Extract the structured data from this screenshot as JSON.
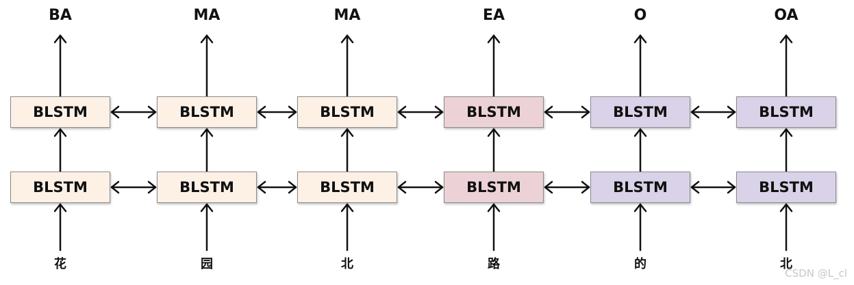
{
  "tags": [
    "BA",
    "MA",
    "MA",
    "EA",
    "O",
    "OA"
  ],
  "characters": [
    "花",
    "园",
    "北",
    "路",
    "的",
    "北"
  ],
  "cell_label": "BLSTM",
  "palette": {
    "beige": "#fdf1e6",
    "pink": "#ecd2d6",
    "lavender": "#d9d2e8",
    "arrow": "#111111"
  },
  "column_colors": [
    "beige",
    "beige",
    "beige",
    "pink",
    "lavender",
    "lavender"
  ],
  "watermark": "CSDN @L_cl"
}
